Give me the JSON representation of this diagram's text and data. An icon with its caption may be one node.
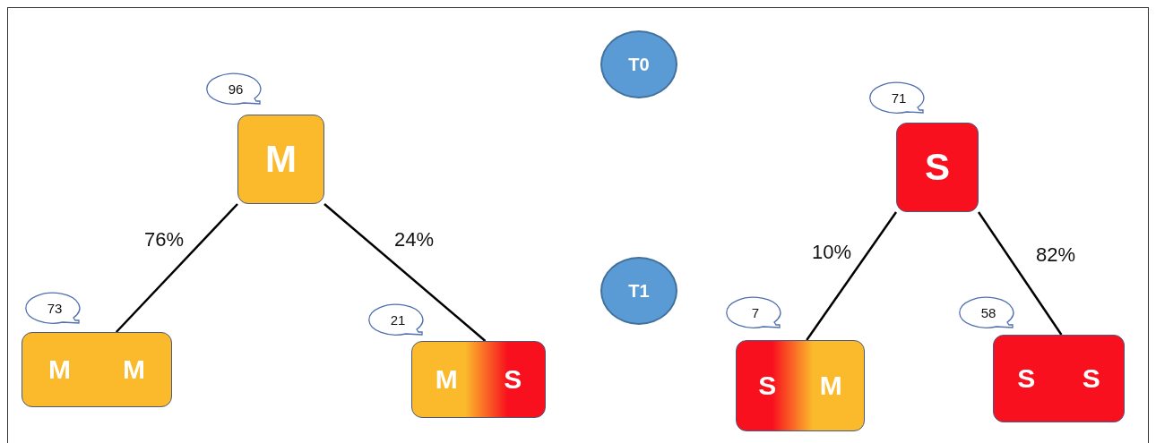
{
  "diagram": {
    "nodes": [
      {
        "text": [
          "T0"
        ]
      },
      {
        "text": [
          "96"
        ]
      },
      {
        "text": [
          "M"
        ]
      },
      {
        "text": [
          "71"
        ]
      },
      {
        "text": [
          "S"
        ]
      },
      {
        "text": [
          "T1"
        ]
      },
      {
        "text": [
          "73"
        ]
      },
      {
        "text": [
          "M",
          "M"
        ]
      },
      {
        "text": [
          "21"
        ]
      },
      {
        "text": [
          "M",
          "S"
        ]
      },
      {
        "text": [
          "7"
        ]
      },
      {
        "text": [
          "S",
          "M"
        ]
      },
      {
        "text": [
          "58"
        ]
      },
      {
        "text": [
          "S",
          "S"
        ]
      }
    ],
    "edges": [
      {
        "from": 2,
        "to": 7,
        "arrow": "none",
        "label": "76%"
      },
      {
        "from": 2,
        "to": 9,
        "arrow": "none",
        "label": "24%"
      },
      {
        "from": 4,
        "to": 11,
        "arrow": "none",
        "label": "10%"
      },
      {
        "from": 4,
        "to": 13,
        "arrow": "none",
        "label": "82%"
      }
    ]
  }
}
